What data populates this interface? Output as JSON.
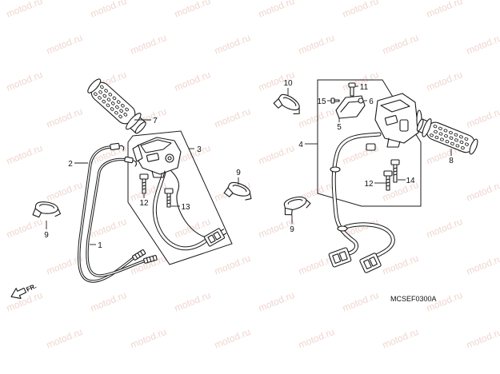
{
  "watermark": "motod.ru",
  "diagram": {
    "callouts": [
      "7",
      "2",
      "3",
      "9",
      "12",
      "13",
      "9",
      "1",
      "10",
      "11",
      "15",
      "6",
      "5",
      "4",
      "8",
      "12",
      "14",
      "9"
    ],
    "front_marker": "FR.",
    "drawing_code": "MCSEF0300A"
  },
  "colors": {
    "line": "#1a1a1a",
    "background": "#ffffff",
    "watermark": "#efd6cf"
  }
}
